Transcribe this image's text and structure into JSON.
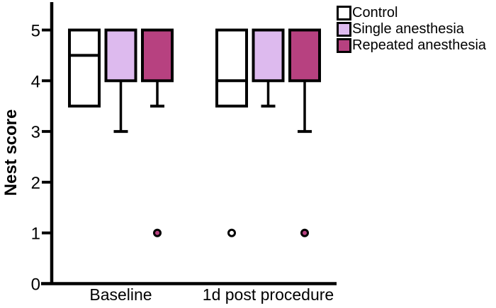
{
  "figure": {
    "background": "#ffffff",
    "axis_color": "#000000",
    "outline_color": "#000000"
  },
  "chart_data": {
    "type": "boxplot",
    "title": "",
    "xlabel": "",
    "ylabel": "Nest score",
    "ylim": [
      0,
      5.5
    ],
    "yticks": [
      0,
      1,
      2,
      3,
      4,
      5
    ],
    "grid": false,
    "legend_position": "top-right",
    "categories": [
      "Baseline",
      "1d post procedure"
    ],
    "series": [
      {
        "name": "Control",
        "fill": "#ffffff",
        "boxes": [
          {
            "category": "Baseline",
            "whisker_low": 3.5,
            "q1": 3.5,
            "median": 4.5,
            "q3": 5,
            "whisker_high": 5,
            "outliers": []
          },
          {
            "category": "1d post procedure",
            "whisker_low": 3.5,
            "q1": 3.5,
            "median": 4,
            "q3": 5,
            "whisker_high": 5,
            "outliers": [
              1
            ]
          }
        ]
      },
      {
        "name": "Single anesthesia",
        "fill": "#ddbaee",
        "boxes": [
          {
            "category": "Baseline",
            "whisker_low": 3,
            "q1": 4,
            "median": 5,
            "q3": 5,
            "whisker_high": 5,
            "outliers": []
          },
          {
            "category": "1d post procedure",
            "whisker_low": 3.5,
            "q1": 4,
            "median": 5,
            "q3": 5,
            "whisker_high": 5,
            "outliers": []
          }
        ]
      },
      {
        "name": "Repeated anesthesia",
        "fill": "#b74180",
        "boxes": [
          {
            "category": "Baseline",
            "whisker_low": 3.5,
            "q1": 4,
            "median": 5,
            "q3": 5,
            "whisker_high": 5,
            "outliers": [
              1
            ]
          },
          {
            "category": "1d post procedure",
            "whisker_low": 3,
            "q1": 4,
            "median": 5,
            "q3": 5,
            "whisker_high": 5,
            "outliers": [
              1
            ]
          }
        ]
      }
    ]
  }
}
